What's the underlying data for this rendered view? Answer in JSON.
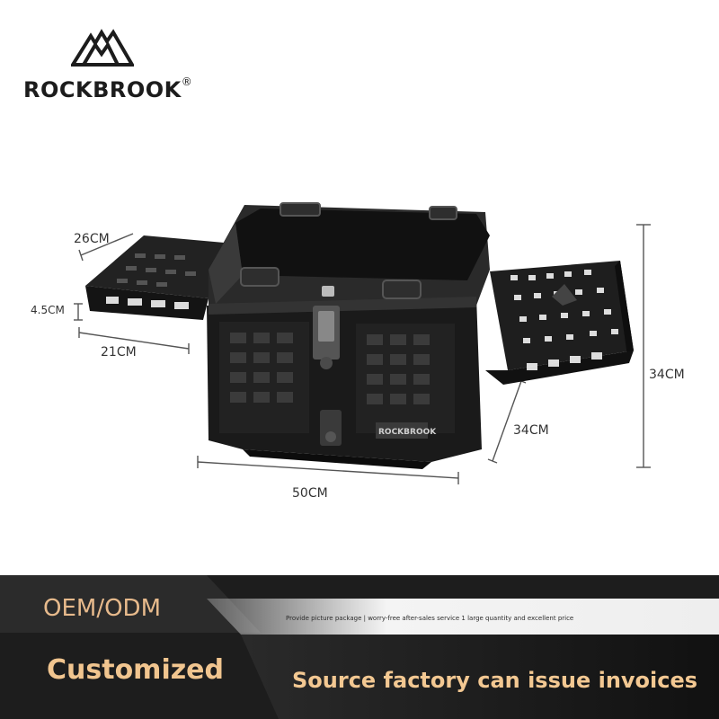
{
  "brand": {
    "logo_icon": "mountain-logo-icon",
    "name": "ROCKBROOK",
    "registered_mark": "®"
  },
  "product": {
    "image_name": "motorcycle-top-case-with-side-racks",
    "box_label": "ROCKBROOK"
  },
  "dimensions": {
    "rack_depth": "26CM",
    "rack_height": "4.5CM",
    "rack_width": "21CM",
    "box_width": "50CM",
    "box_depth": "34CM",
    "box_height": "34CM"
  },
  "banner": {
    "oem_label": "OEM/ODM",
    "service_note": "Provide picture package | worry-free after-sales service 1 large quantity and excellent price",
    "customized_label": "Customized",
    "invoice_label": "Source factory can issue invoices"
  },
  "colors": {
    "accent_gold": "#e7ba8c",
    "banner_dark": "#1b1b1b",
    "box_black": "#1a1a1a"
  }
}
